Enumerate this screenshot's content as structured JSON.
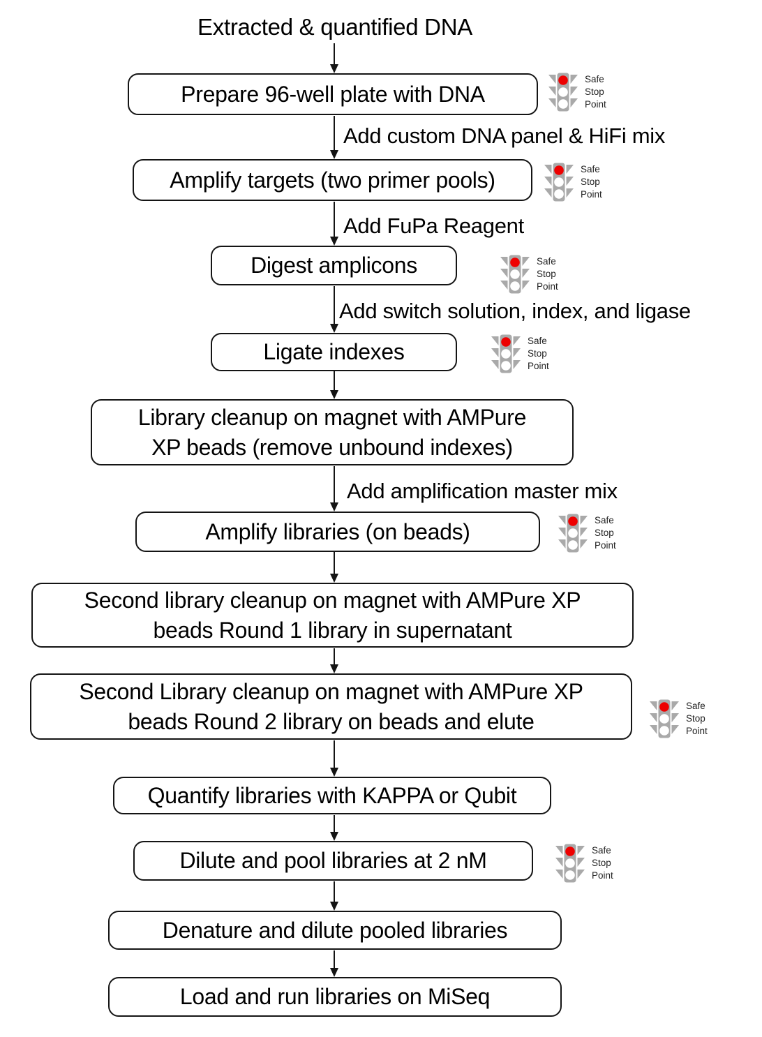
{
  "flow": {
    "start_label": "Extracted & quantified DNA",
    "safe_stop": [
      "Safe",
      "Stop",
      "Point"
    ],
    "steps": [
      {
        "text": "Prepare 96-well plate with DNA",
        "safe_stop": true
      },
      {
        "incoming_label": "Add custom DNA panel & HiFi mix",
        "text": "Amplify targets (two primer pools)",
        "safe_stop": true
      },
      {
        "incoming_label": "Add FuPa Reagent",
        "text": "Digest amplicons",
        "safe_stop": true
      },
      {
        "incoming_label": "Add switch solution, index, and ligase",
        "text": "Ligate indexes",
        "safe_stop": true
      },
      {
        "text": "Library cleanup on magnet with AMPure\nXP beads (remove unbound indexes)",
        "safe_stop": false
      },
      {
        "incoming_label": "Add amplification master mix",
        "text": "Amplify libraries (on beads)",
        "safe_stop": true
      },
      {
        "text": "Second library cleanup on magnet with AMPure XP\nbeads Round 1 library in supernatant",
        "safe_stop": false
      },
      {
        "text": "Second Library cleanup on magnet with AMPure XP\nbeads Round 2 library on beads and elute",
        "safe_stop": true
      },
      {
        "text": "Quantify libraries with KAPPA or Qubit",
        "safe_stop": false
      },
      {
        "text": "Dilute and pool libraries at 2 nM",
        "safe_stop": true
      },
      {
        "text": "Denature and dilute pooled libraries",
        "safe_stop": false
      },
      {
        "text": "Load and run libraries on MiSeq",
        "safe_stop": false
      }
    ],
    "colors": {
      "stop_light_red": "#ee0000",
      "traffic_light_gray": "#a9a9a9",
      "box_border": "#141414",
      "background": "#ffffff"
    }
  }
}
